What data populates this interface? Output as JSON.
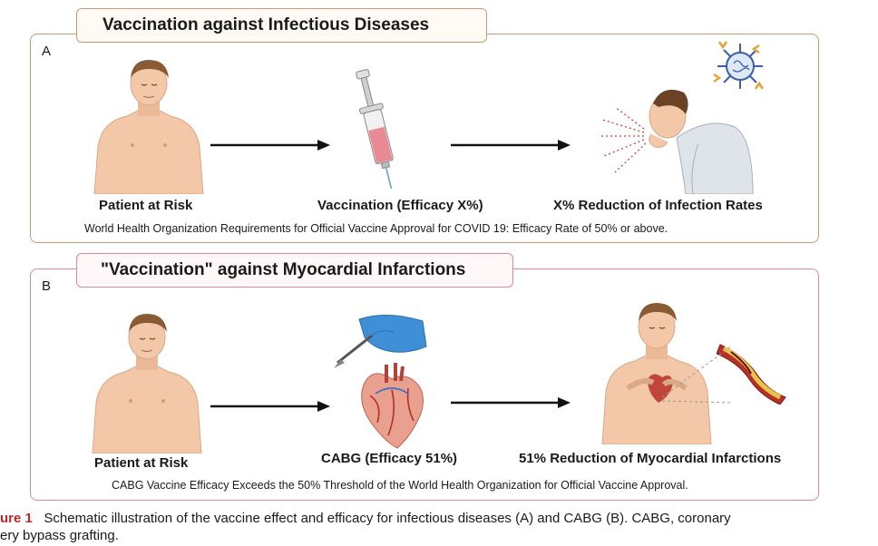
{
  "panel_a": {
    "letter": "A",
    "title": "Vaccination against Infectious Diseases",
    "label_patient": "Patient at Risk",
    "label_vaccination": "Vaccination (Efficacy X%)",
    "label_result": "X%  Reduction of Infection Rates",
    "note": "World Health Organization Requirements for Official Vaccine Approval for COVID 19: Efficacy Rate of 50% or above.",
    "accent_color": "#c89a72"
  },
  "panel_b": {
    "letter": "B",
    "title": "\"Vaccination\" against Myocardial Infarctions",
    "label_patient": "Patient at Risk",
    "label_cabg": "CABG (Efficacy 51%)",
    "label_result": "51%  Reduction of Myocardial Infarctions",
    "note": "CABG Vaccine Efficacy Exceeds the 50% Threshold of the World Health Organization for Official Vaccine Approval.",
    "accent_color": "#d98a96"
  },
  "caption": {
    "figure_label": "ure 1",
    "line1": "Schematic illustration of the vaccine effect and efficacy for infectious diseases (A) and CABG (B). CABG, coronary",
    "line2": "ery bypass grafting.",
    "label_color": "#c0282d"
  }
}
